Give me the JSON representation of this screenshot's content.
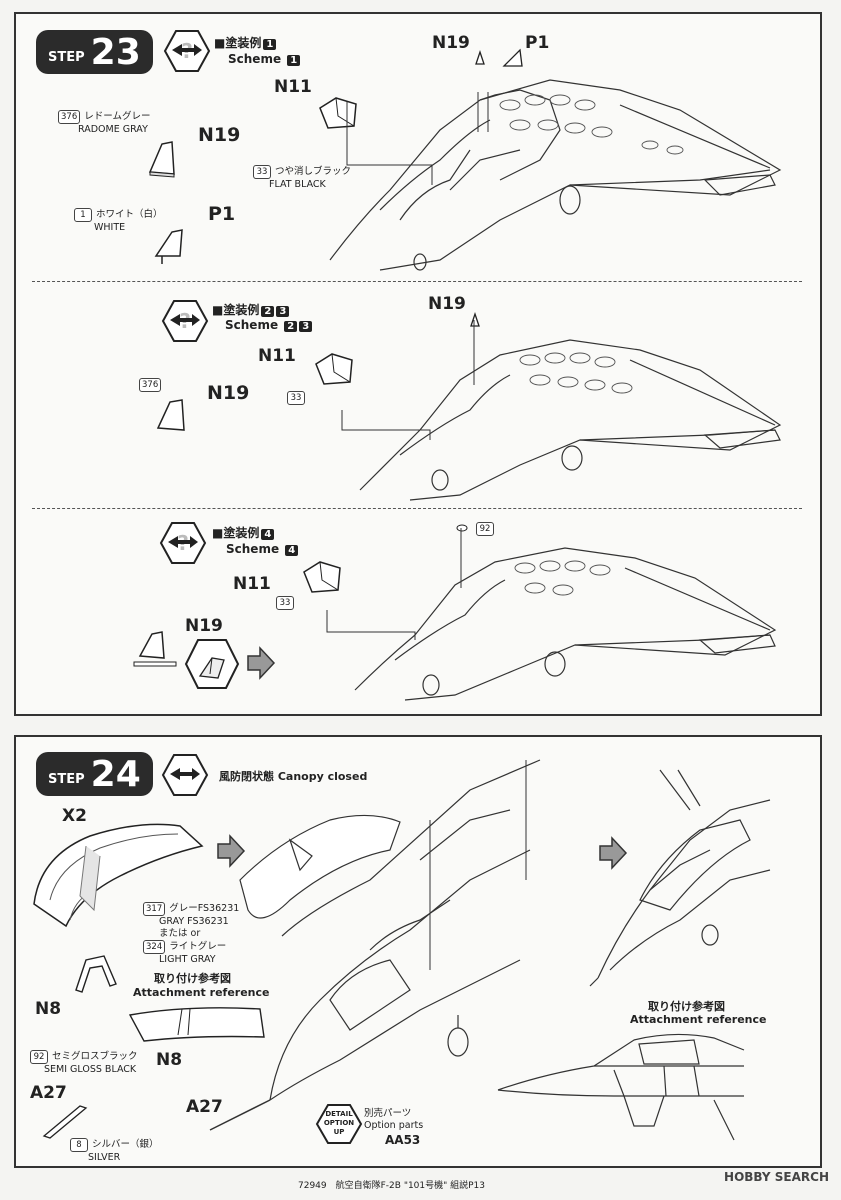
{
  "step23": {
    "label": "STEP",
    "number": "23",
    "sub1": {
      "scheme_jp": "■塗装例",
      "scheme_en": "Scheme",
      "scheme_nums": [
        "1"
      ],
      "parts": {
        "n19_top": "N19",
        "p1_top": "P1",
        "n11": "N11",
        "n19_side": "N19",
        "p1_side": "P1"
      },
      "paints": [
        {
          "code": "376",
          "jp": "レドームグレー",
          "en": "RADOME GRAY"
        },
        {
          "code": "33",
          "jp": "つや消しブラック",
          "en": "FLAT BLACK"
        },
        {
          "code": "1",
          "jp": "ホワイト（白）",
          "en": "WHITE"
        }
      ]
    },
    "sub2": {
      "scheme_jp": "■塗装例",
      "scheme_en": "Scheme",
      "scheme_nums": [
        "2",
        "3"
      ],
      "parts": {
        "n19_top": "N19",
        "n11": "N11",
        "n19_side": "N19"
      },
      "codes": [
        "376",
        "33"
      ]
    },
    "sub3": {
      "scheme_jp": "■塗装例",
      "scheme_en": "Scheme",
      "scheme_nums": [
        "4"
      ],
      "parts": {
        "n11": "N11",
        "n19": "N19"
      },
      "codes": [
        "92",
        "33"
      ]
    }
  },
  "step24": {
    "label": "STEP",
    "number": "24",
    "canopy_note": "風防閉状態 Canopy closed",
    "parts": {
      "x2": "X2",
      "n8": "N8",
      "n8_ref": "N8",
      "a27_left": "A27",
      "a27_main": "A27"
    },
    "paint_317": {
      "code": "317",
      "jp": "グレーFS36231",
      "en": "GRAY FS36231"
    },
    "or_text": "または or",
    "paint_324": {
      "code": "324",
      "jp": "ライトグレー",
      "en": "LIGHT GRAY"
    },
    "attach_jp_left": "取り付け参考図",
    "attach_en_left": "Attachment reference",
    "attach_jp_right": "取り付け参考図",
    "attach_en_right": "Attachment reference",
    "paint_92": {
      "code": "92",
      "jp": "セミグロスブラック",
      "en": "SEMI GLOSS BLACK"
    },
    "paint_8": {
      "code": "8",
      "jp": "シルバー（銀）",
      "en": "SILVER"
    },
    "detail_badge": [
      "DETAIL",
      "OPTION",
      "UP"
    ],
    "option_jp": "別売パーツ",
    "option_en": "Option parts",
    "option_code": "AA53"
  },
  "footer": "72949　航空自衛隊F-2B \"101号機\" 組説P13",
  "watermark": "HOBBY SEARCH"
}
